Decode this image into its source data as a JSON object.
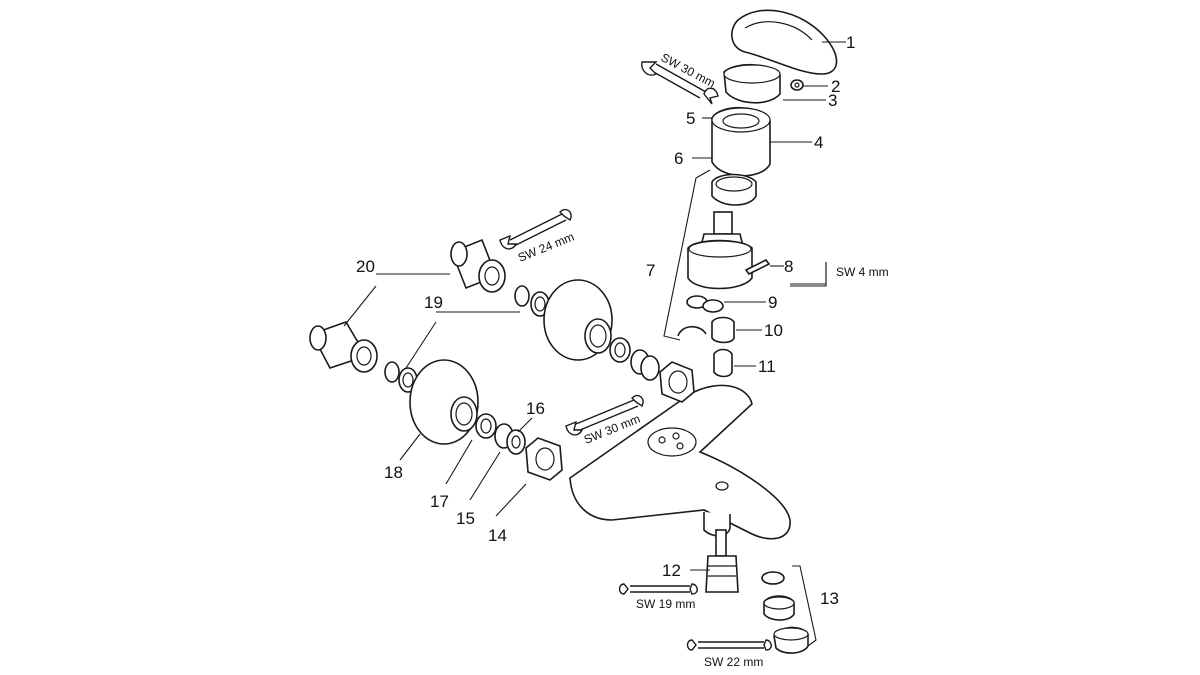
{
  "parts": [
    {
      "id": "p1",
      "label": "1"
    },
    {
      "id": "p2",
      "label": "2"
    },
    {
      "id": "p3",
      "label": "3"
    },
    {
      "id": "p4",
      "label": "4"
    },
    {
      "id": "p5",
      "label": "5"
    },
    {
      "id": "p6",
      "label": "6"
    },
    {
      "id": "p7",
      "label": "7"
    },
    {
      "id": "p8",
      "label": "8"
    },
    {
      "id": "p9",
      "label": "9"
    },
    {
      "id": "p10",
      "label": "10"
    },
    {
      "id": "p11",
      "label": "11"
    },
    {
      "id": "p12",
      "label": "12"
    },
    {
      "id": "p13",
      "label": "13"
    },
    {
      "id": "p14",
      "label": "14"
    },
    {
      "id": "p15",
      "label": "15"
    },
    {
      "id": "p16",
      "label": "16"
    },
    {
      "id": "p17",
      "label": "17"
    },
    {
      "id": "p18",
      "label": "18"
    },
    {
      "id": "p19",
      "label": "19"
    },
    {
      "id": "p20",
      "label": "20"
    }
  ],
  "tools": {
    "sw30_top": "SW 30 mm",
    "sw24": "SW 24 mm",
    "sw4": "SW 4 mm",
    "sw30_mid": "SW 30 mm",
    "sw19": "SW 19 mm",
    "sw22": "SW 22 mm"
  }
}
